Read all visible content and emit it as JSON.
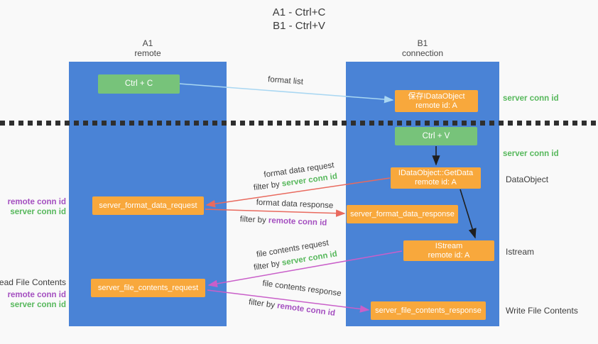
{
  "title": {
    "line1": "A1 - Ctrl+C",
    "line2": "B1 - Ctrl+V"
  },
  "lanes": {
    "a1": {
      "id": "A1",
      "subtitle": "remote"
    },
    "b1": {
      "id": "B1",
      "subtitle": "connection"
    }
  },
  "boxes": {
    "ctrl_c": {
      "label": "Ctrl + C"
    },
    "save_dataobject": {
      "line1": "保存IDataObject",
      "line2": "remote id: A"
    },
    "ctrl_v": {
      "label": "Ctrl + V"
    },
    "getdata": {
      "line1": "IDataObject::GetData",
      "line2": "remote id: A"
    },
    "server_format_data_request": {
      "label": "server_format_data_request"
    },
    "server_format_data_response": {
      "label": "server_format_data_response"
    },
    "istream": {
      "line1": "IStream",
      "line2": "remote id: A"
    },
    "server_file_contents_request": {
      "label": "server_file_contents_request"
    },
    "server_file_contents_response": {
      "label": "server_file_contents_response"
    }
  },
  "right_labels": {
    "server_conn_id_top": "server conn id",
    "server_conn_id_mid": "server conn id",
    "dataobject": "DataObject",
    "istream": "Istream",
    "write_file_contents": "Write File Contents"
  },
  "left_labels": {
    "pair1_remote": "remote conn id",
    "pair1_server": "server conn id",
    "read_file_contents": "Read File Contents",
    "pair2_remote": "remote conn id",
    "pair2_server": "server conn id"
  },
  "arrows": {
    "format_list": {
      "label": "format list"
    },
    "format_data_request": {
      "label": "format data request",
      "filter_prefix": "filter by",
      "filter_key": "server conn id"
    },
    "format_data_response": {
      "label": "format data response",
      "filter_prefix": "filter by",
      "filter_key": "remote conn id"
    },
    "file_contents_request": {
      "label": "file contents request",
      "filter_prefix": "filter by",
      "filter_key": "server conn id"
    },
    "file_contents_response": {
      "label": "file contents response",
      "filter_prefix": "filter by",
      "filter_key": "remote conn id"
    }
  },
  "colors": {
    "column_blue": "#4a83d6",
    "box_green": "#77c37a",
    "box_orange": "#f8a83c",
    "text_green": "#57b85c",
    "text_purple": "#a44fc0",
    "arrow_red": "#e96a5e",
    "arrow_magenta": "#c95fc9",
    "arrow_light_blue": "#a9d7f2",
    "arrow_black": "#1f1f1f"
  }
}
